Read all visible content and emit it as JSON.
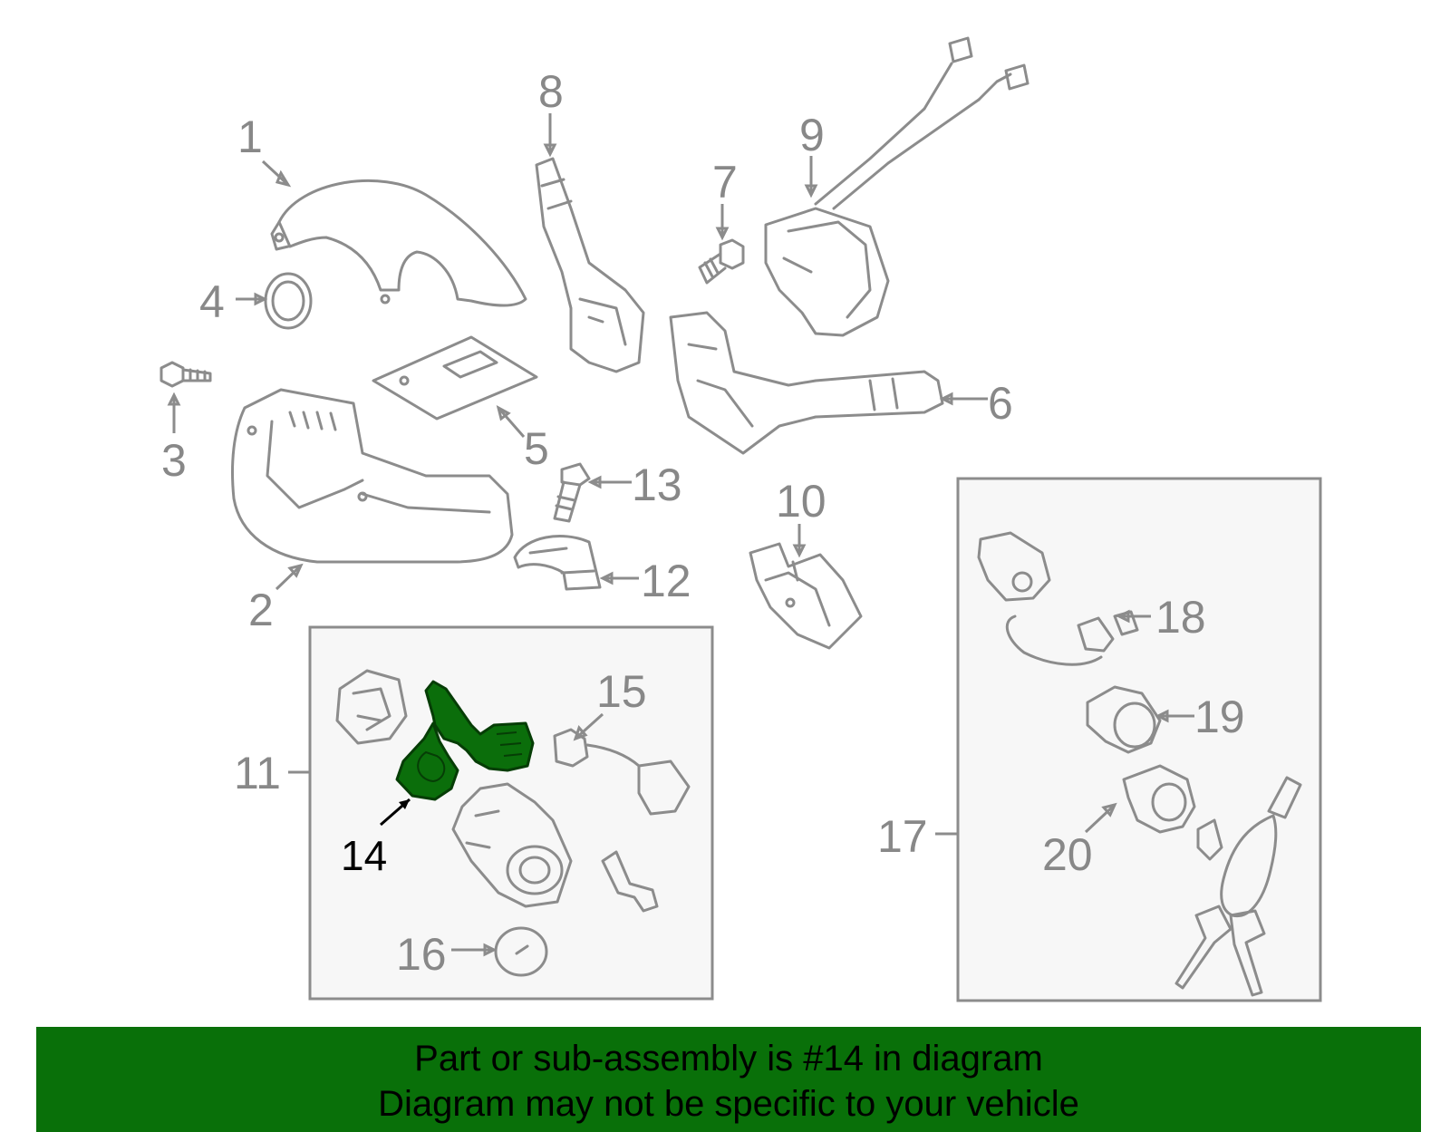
{
  "callouts": {
    "c1": "1",
    "c2": "2",
    "c3": "3",
    "c4": "4",
    "c5": "5",
    "c6": "6",
    "c7": "7",
    "c8": "8",
    "c9": "9",
    "c10": "10",
    "c11": "11",
    "c12": "12",
    "c13": "13",
    "c14": "14",
    "c15": "15",
    "c16": "16",
    "c17": "17",
    "c18": "18",
    "c19": "19",
    "c20": "20"
  },
  "highlight_part": "14",
  "colors": {
    "highlight": "#0b6e0b",
    "banner": "#097009",
    "line": "#8c8c8c",
    "box_fill": "#f7f7f7"
  },
  "banner": {
    "line1": "Part or sub-assembly is #14 in diagram",
    "line2": "Diagram may not be specific to your vehicle"
  }
}
